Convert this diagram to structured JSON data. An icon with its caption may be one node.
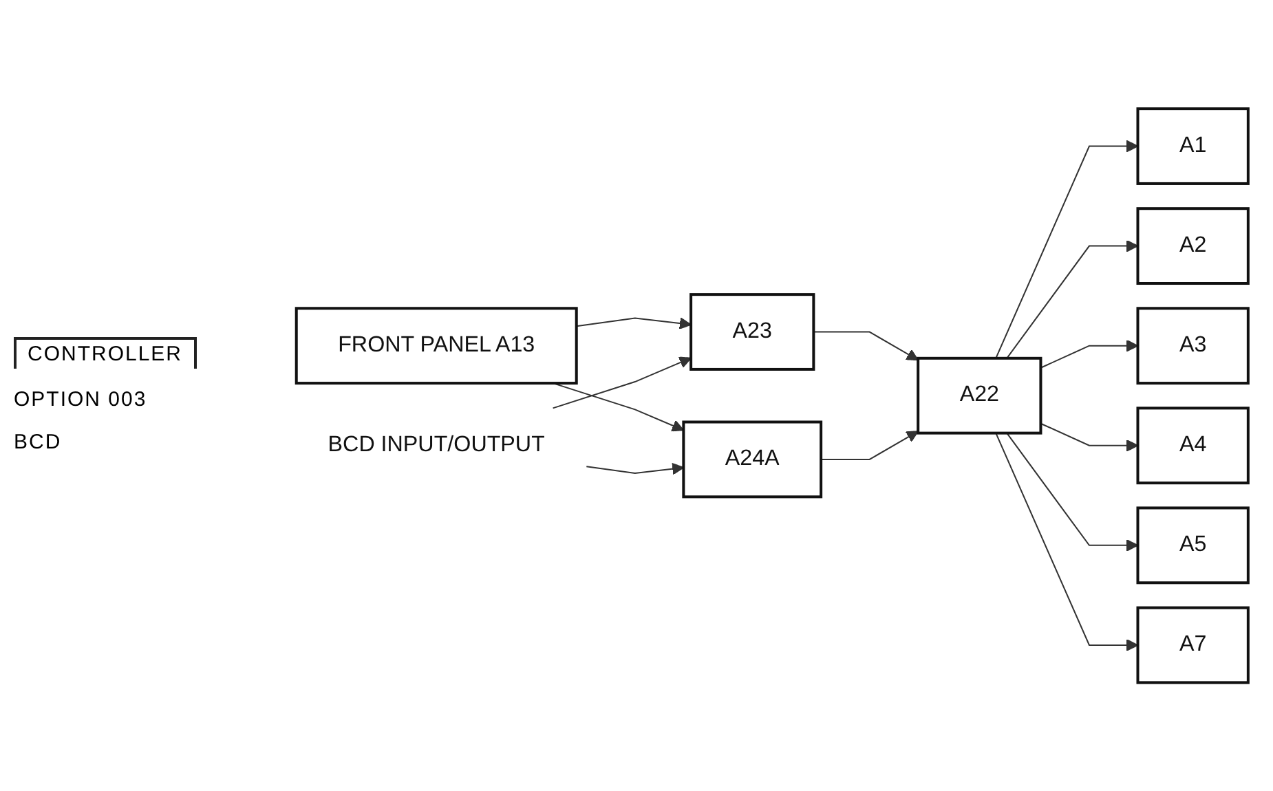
{
  "diagram": {
    "nodes": [
      {
        "text": [
          "FRONT PANEL A13"
        ]
      },
      {
        "text": [
          "BCD INPUT/OUTPUT"
        ]
      },
      {
        "text": [
          "A23"
        ]
      },
      {
        "text": [
          "A24A"
        ]
      },
      {
        "text": [
          "A22"
        ]
      },
      {
        "text": [
          "A1"
        ]
      },
      {
        "text": [
          "A2"
        ]
      },
      {
        "text": [
          "A3"
        ]
      },
      {
        "text": [
          "A4"
        ]
      },
      {
        "text": [
          "A5"
        ]
      },
      {
        "text": [
          "A7"
        ]
      }
    ],
    "edges": [
      {
        "from": 0,
        "to": 2,
        "arrow": "to"
      },
      {
        "from": 0,
        "to": 3,
        "arrow": "to"
      },
      {
        "from": 1,
        "to": 2,
        "arrow": "to"
      },
      {
        "from": 1,
        "to": 3,
        "arrow": "to"
      },
      {
        "from": 2,
        "to": 4,
        "arrow": "to"
      },
      {
        "from": 3,
        "to": 4,
        "arrow": "to"
      },
      {
        "from": 4,
        "to": 5,
        "arrow": "to"
      },
      {
        "from": 4,
        "to": 6,
        "arrow": "to"
      },
      {
        "from": 4,
        "to": 7,
        "arrow": "to"
      },
      {
        "from": 4,
        "to": 8,
        "arrow": "to"
      },
      {
        "from": 4,
        "to": 9,
        "arrow": "to"
      },
      {
        "from": 4,
        "to": 10,
        "arrow": "to"
      }
    ],
    "labels": [
      "CONTROLLER",
      "OPTION 003",
      "BCD"
    ]
  }
}
